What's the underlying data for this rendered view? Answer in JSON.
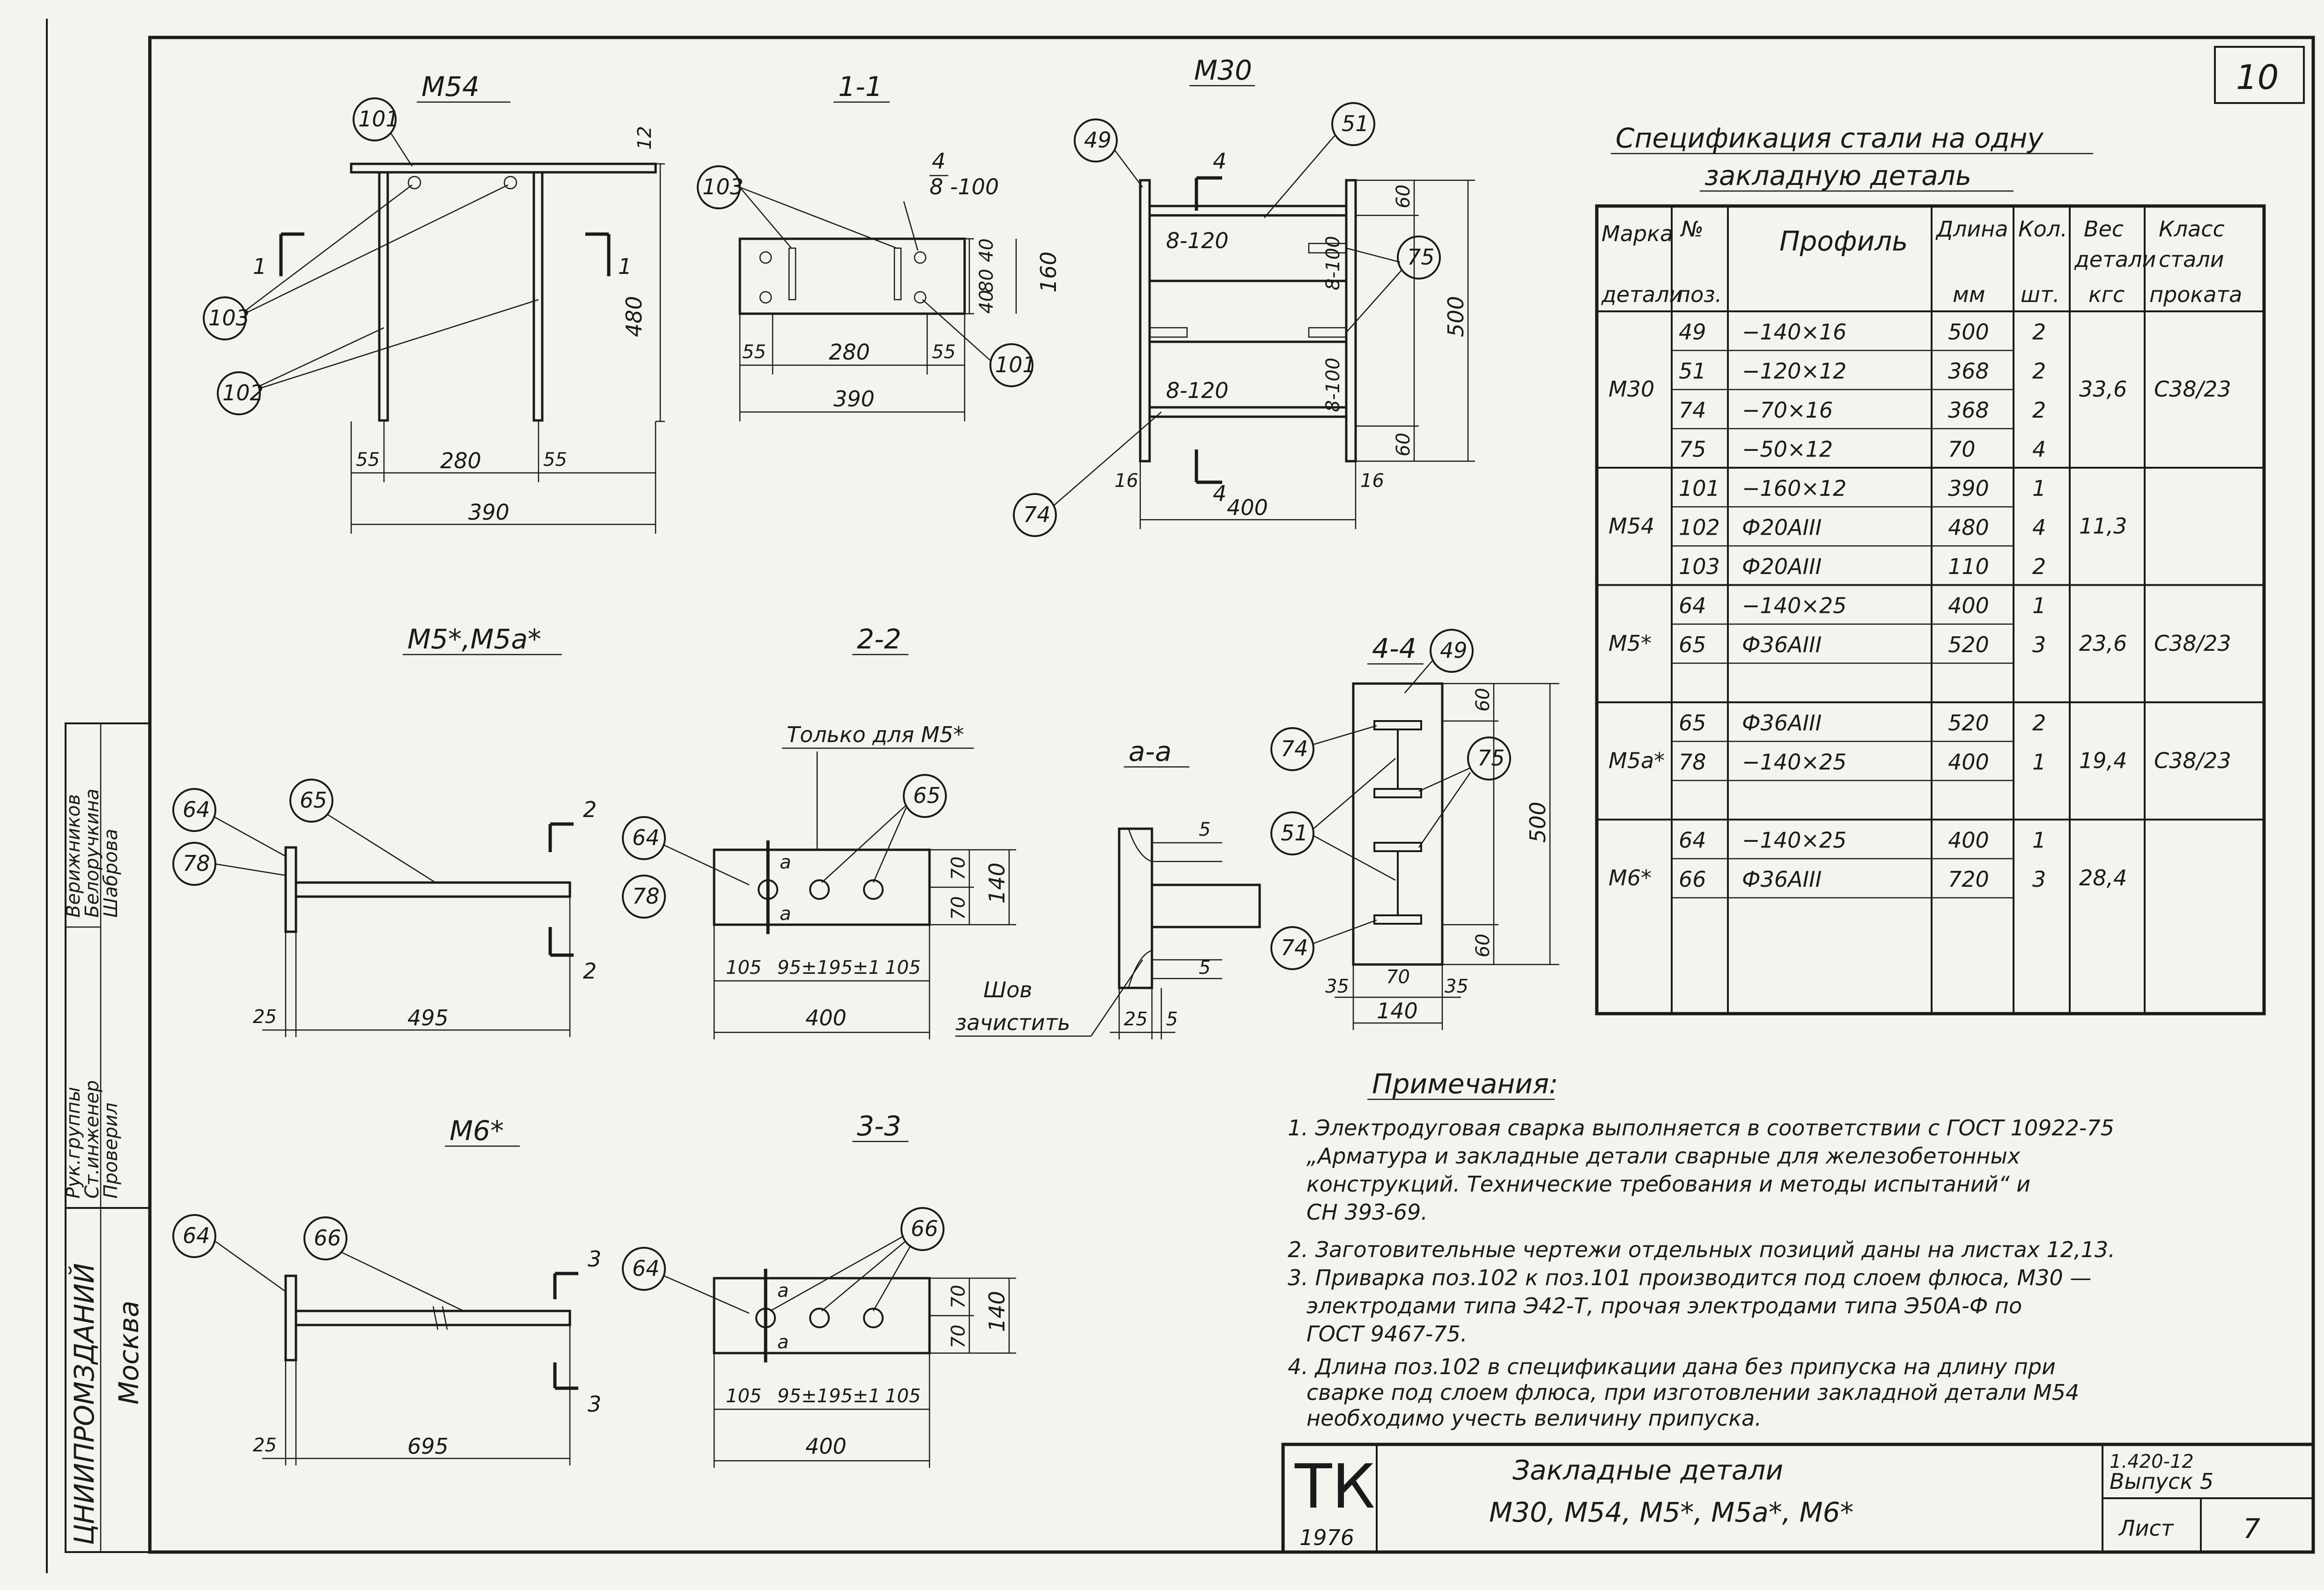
{
  "sheet_number_top": "10",
  "stamp": {
    "org": "ЦНИИПРОМЗДАНИЙ",
    "city": "Москва",
    "roles": [
      "Рук.группы",
      "Ст.инженер",
      "Проверил"
    ],
    "names": [
      "Верижников",
      "Белоручкина",
      "Шаброва"
    ]
  },
  "views": {
    "m54_title": "M54",
    "s11_title": "1-1",
    "m30_title": "M30",
    "m5_title": "M5*,M5a*",
    "s22_title": "2-2",
    "only_m5": "Только для M5*",
    "aa_title": "a-a",
    "s44_title": "4-4",
    "m6_title": "M6*",
    "s33_title": "3-3",
    "weld_note_1": "Шов",
    "weld_note_2": "зачистить"
  },
  "callouts": {
    "c101": "101",
    "c102": "102",
    "c103": "103",
    "c49": "49",
    "c51": "51",
    "c74": "74",
    "c75": "75",
    "c64": "64",
    "c65": "65",
    "c66": "66",
    "c78": "78"
  },
  "dims": {
    "d12": "12",
    "d480": "480",
    "d55": "55",
    "d280": "280",
    "d390": "390",
    "d4": "4",
    "d8_100": "8 -100",
    "d40": "40",
    "d80": "80",
    "d160": "160",
    "d60": "60",
    "d500": "500",
    "d400": "400",
    "d16": "16",
    "d8_120": "8-120",
    "d8_100v": "8-100",
    "d25": "25",
    "d495": "495",
    "d70": "70",
    "d140": "140",
    "d105": "105",
    "d95": "95±1",
    "d5": "5",
    "d35": "35",
    "d695": "695",
    "cut1": "1",
    "cut2": "2",
    "cut3": "3",
    "cut4": "4",
    "mark_a": "a"
  },
  "spec": {
    "title_1": "Спецификация стали на одну",
    "title_2": "закладную деталь",
    "headers": {
      "mark_1": "Марка",
      "mark_2": "детали",
      "pos_1": "№",
      "pos_2": "поз.",
      "profile": "Профиль",
      "length_1": "Длина",
      "length_2": "мм",
      "qty_1": "Кол.",
      "qty_2": "шт.",
      "weight_1": "Вес",
      "weight_2": "детали",
      "weight_3": "кгс",
      "class_1": "Класс",
      "class_2": "стали",
      "class_3": "проката"
    },
    "groups": [
      {
        "mark": "M30",
        "weight": "33,6",
        "class": "C38/23",
        "rows": [
          {
            "pos": "49",
            "profile": "−140×16",
            "length": "500",
            "qty": "2"
          },
          {
            "pos": "51",
            "profile": "−120×12",
            "length": "368",
            "qty": "2"
          },
          {
            "pos": "74",
            "profile": "−70×16",
            "length": "368",
            "qty": "2"
          },
          {
            "pos": "75",
            "profile": "−50×12",
            "length": "70",
            "qty": "4"
          }
        ]
      },
      {
        "mark": "M54",
        "weight": "11,3",
        "class": "",
        "rows": [
          {
            "pos": "101",
            "profile": "−160×12",
            "length": "390",
            "qty": "1"
          },
          {
            "pos": "102",
            "profile": "Ф20АIII",
            "length": "480",
            "qty": "4"
          },
          {
            "pos": "103",
            "profile": "Ф20АIII",
            "length": "110",
            "qty": "2"
          }
        ]
      },
      {
        "mark": "M5*",
        "weight": "23,6",
        "class": "C38/23",
        "rows": [
          {
            "pos": "64",
            "profile": "−140×25",
            "length": "400",
            "qty": "1"
          },
          {
            "pos": "65",
            "profile": "Ф36АIII",
            "length": "520",
            "qty": "3"
          },
          {
            "pos": "",
            "profile": "",
            "length": "",
            "qty": ""
          }
        ]
      },
      {
        "mark": "M5a*",
        "weight": "19,4",
        "class": "C38/23",
        "rows": [
          {
            "pos": "65",
            "profile": "Ф36АIII",
            "length": "520",
            "qty": "2"
          },
          {
            "pos": "78",
            "profile": "−140×25",
            "length": "400",
            "qty": "1"
          },
          {
            "pos": "",
            "profile": "",
            "length": "",
            "qty": ""
          }
        ]
      },
      {
        "mark": "M6*",
        "weight": "28,4",
        "class": "",
        "rows": [
          {
            "pos": "64",
            "profile": "−140×25",
            "length": "400",
            "qty": "1"
          },
          {
            "pos": "66",
            "profile": "Ф36АIII",
            "length": "720",
            "qty": "3"
          },
          {
            "pos": "",
            "profile": "",
            "length": "",
            "qty": ""
          }
        ]
      }
    ]
  },
  "notes": {
    "heading": "Примечания:",
    "lines": [
      "1. Электродуговая сварка выполняется в соответствии с ГОСТ 10922-75",
      "„Арматура и закладные детали сварные для железобетонных",
      "конструкций. Технические требования и методы испытаний“ и",
      "СН 393-69.",
      "2. Заготовительные чертежи отдельных позиций даны на листах 12,13.",
      "3. Приварка поз.102 к поз.101 производится под слоем флюса, M30 —",
      "электродами типа Э42-Т, прочая электродами типа Э50А-Ф по",
      "ГОСТ 9467-75.",
      "4. Длина поз.102 в спецификации дана без припуска на длину при",
      "сварке под слоем флюса, при изготовлении закладной детали M54",
      "необходимо учесть величину припуска."
    ]
  },
  "titleblock": {
    "logo": "ТК",
    "year": "1976",
    "title_1": "Закладные детали",
    "title_2": "M30, M54, M5*, M5a*, M6*",
    "series": "1.420-12",
    "issue": "Выпуск 5",
    "sheet_label": "Лист",
    "sheet_no": "7"
  }
}
